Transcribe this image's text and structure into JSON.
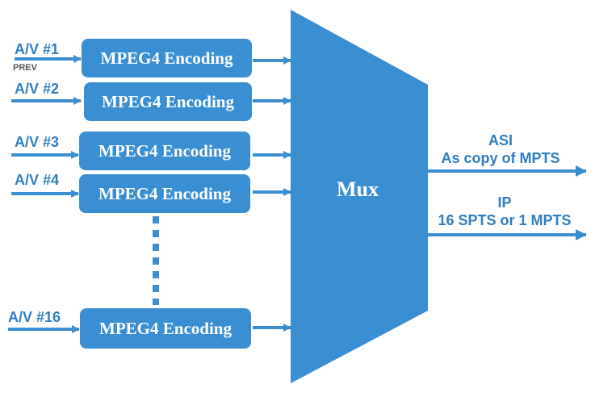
{
  "colors": {
    "primary": "#3a8fd3",
    "text": "#2f7fc1",
    "sub_text": "#555555"
  },
  "inputs": [
    {
      "label": "A/V #1",
      "sublabel": "PREV"
    },
    {
      "label": "A/V #2"
    },
    {
      "label": "A/V #3"
    },
    {
      "label": "A/V #4"
    },
    {
      "label": "A/V #16"
    }
  ],
  "encoder_label": "MPEG4 Encoding",
  "mux_label": "Mux",
  "outputs": [
    {
      "line1": "ASI",
      "line2": "As copy of  MPTS"
    },
    {
      "line1": "IP",
      "line2": "16 SPTS or 1 MPTS"
    }
  ]
}
